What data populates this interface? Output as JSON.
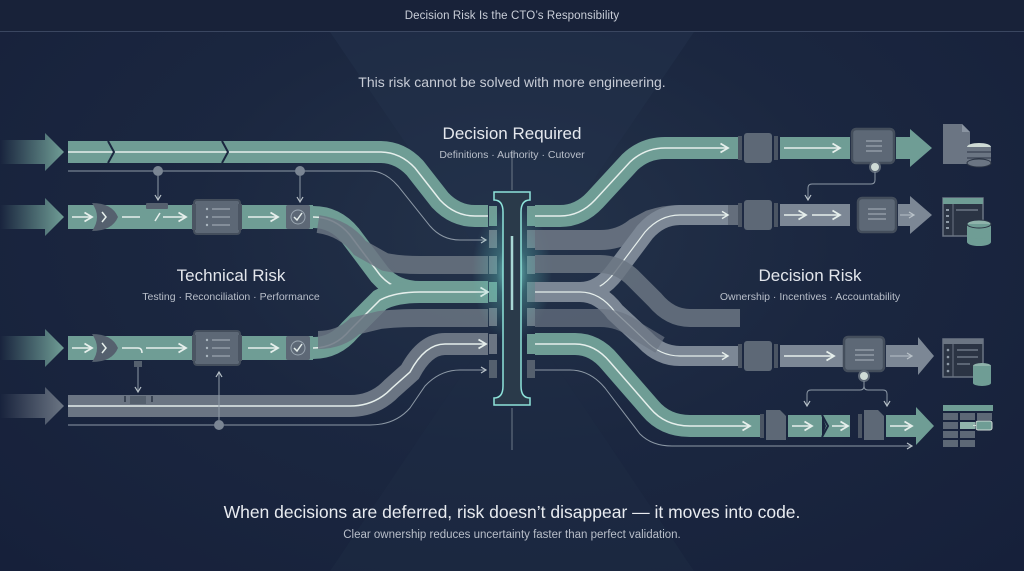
{
  "header": {
    "title": "Decision Risk Is the CTO’s Responsibility"
  },
  "diagram": {
    "subheading": "This risk cannot be solved with more engineering.",
    "center": {
      "title": "Decision Required",
      "subtitle": "Definitions · Authority · Cutover",
      "icon": "decision-gate-icon"
    },
    "left": {
      "title": "Technical Risk",
      "subtitle": "Testing · Reconciliation · Performance",
      "rows": [
        {
          "label": "pipeline-1",
          "elements": [
            "input-arrow",
            "chevron-segment",
            "chevron-segment"
          ]
        },
        {
          "label": "pipeline-2",
          "elements": [
            "input-arrow",
            "valve-icon",
            "injection-point",
            "document-block-icon",
            "checkmark-icon"
          ]
        },
        {
          "label": "pipeline-3",
          "elements": [
            "input-arrow",
            "valve-icon",
            "document-block-icon",
            "checkmark-icon"
          ]
        },
        {
          "label": "pipeline-4",
          "elements": [
            "input-arrow",
            "junction-block"
          ]
        }
      ]
    },
    "right": {
      "title": "Decision Risk",
      "subtitle": "Ownership · Incentives · Accountability",
      "outputs": [
        {
          "label": "output-1",
          "icon": "file-database-icon"
        },
        {
          "label": "output-2",
          "icon": "table-database-icon"
        },
        {
          "label": "output-3",
          "icon": "list-database-icon"
        },
        {
          "label": "output-4",
          "icon": "spreadsheet-icon"
        }
      ]
    },
    "colors": {
      "background": "#16213a",
      "teal_pipe": "#6f9d95",
      "gray_pipe": "#6b7583",
      "gate_glow": "#7fd6cf",
      "line": "#dfe9e6"
    }
  },
  "footer": {
    "headline": "When decisions are deferred, risk doesn’t disappear — it moves into code.",
    "subline": "Clear ownership reduces uncertainty faster than perfect validation."
  }
}
